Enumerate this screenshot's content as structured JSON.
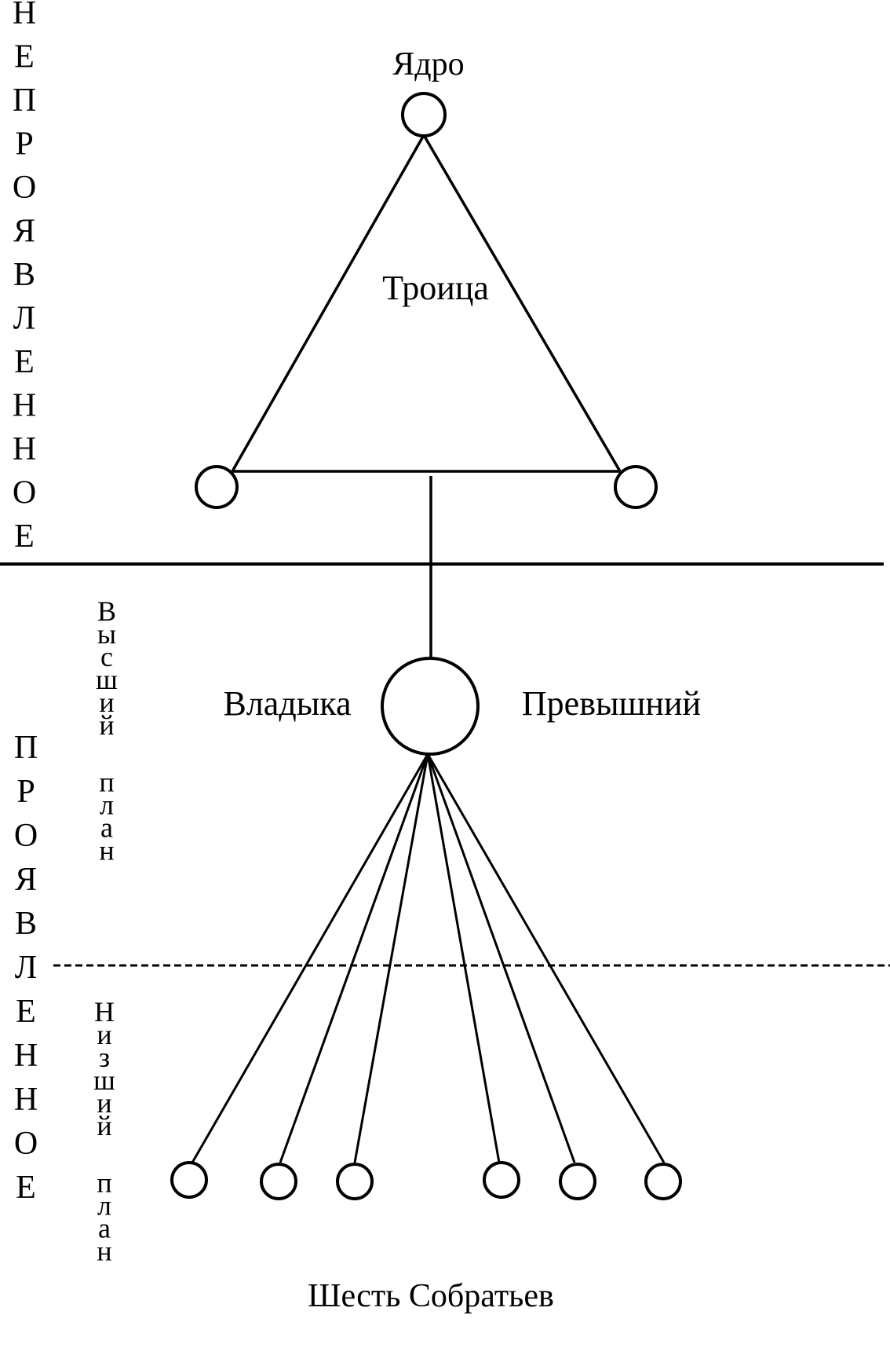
{
  "labels": {
    "core": "Ядро",
    "trinity": "Троица",
    "lord": "Владыка",
    "supreme": "Превышний",
    "six_brethren": "Шесть Собратьев"
  },
  "vertical_labels": {
    "unmanifested": "НЕПРОЯВЛЕННОЕ",
    "manifested": "ПРОЯВЛЕННОЕ",
    "higher_plane": "Высший план",
    "lower_plane": "Низший план"
  },
  "colors": {
    "ink": "#000000",
    "background": "#ffffff"
  }
}
